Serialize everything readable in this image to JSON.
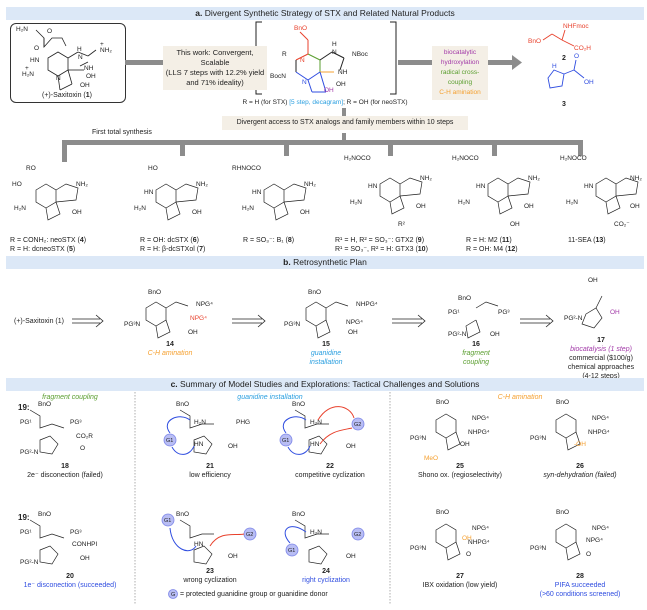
{
  "colors": {
    "header_bg": "#dce8f7",
    "callout_bg": "#f4efe6",
    "arrow_gray": "#8c8c8c",
    "red": "#e8412c",
    "blue": "#2f4de0",
    "green": "#5a9e2f",
    "orange": "#f5a030",
    "purple": "#a23aa8",
    "cyan": "#2a9fe0",
    "guanidine_circle": "#b8bdf4"
  },
  "section_a": {
    "letter": "a.",
    "title": "Divergent Synthetic Strategy of STX and Related Natural Products",
    "saxitoxin_label": "(+)-Saxitoxin (",
    "saxitoxin_num": "1",
    "callout_this_work": [
      "This work: Convergent, Scalable",
      "(LLS 7 steps with 12.2% yield",
      "and 71% ideality)"
    ],
    "strategies": [
      {
        "text": "biocatalytic hydroxylation",
        "color": "#a23aa8"
      },
      {
        "text": "radical cross-coupling",
        "color": "#5a9e2f"
      },
      {
        "text": "C-H amination",
        "color": "#f5a030"
      }
    ],
    "intermediate_caption_1": "R = H (for STX) ",
    "intermediate_caption_highlight": "[5 step, decagram]",
    "intermediate_caption_2": "; R = OH (for neoSTX)",
    "building_blocks": [
      {
        "num": "2",
        "label": "BnO / NHFmoc / CO2H"
      },
      {
        "num": "3",
        "label": "proline"
      }
    ],
    "divergent_callout": "Divergent access to STX analogs and family members within 10 steps",
    "first_total_synthesis": "First total synthesis",
    "analogs": [
      {
        "lines": [
          {
            "pre": "R = CONH₂: neoSTX (",
            "num": "4",
            "post": ")"
          },
          {
            "pre": "R = H: dcneoSTX (",
            "num": "5",
            "post": ")"
          }
        ]
      },
      {
        "lines": [
          {
            "pre": "R = OH: dcSTX (",
            "num": "6",
            "post": ")"
          },
          {
            "pre": "R = H: β-dcSTXol (",
            "num": "7",
            "post": ")"
          }
        ]
      },
      {
        "lines": [
          {
            "pre": "R = SO₃⁻: B₁ (",
            "num": "8",
            "post": ")"
          }
        ]
      },
      {
        "lines": [
          {
            "pre": "R¹ = H, R² = SO₃⁻: GTX2 (",
            "num": "9",
            "post": ")"
          },
          {
            "pre": "R¹ = SO₃⁻, R² = H: GTX3 (",
            "num": "10",
            "post": ")"
          }
        ]
      },
      {
        "lines": [
          {
            "pre": "R = H: M2 (",
            "num": "11",
            "post": ")"
          },
          {
            "pre": "R = OH: M4 (",
            "num": "12",
            "post": ")"
          }
        ]
      },
      {
        "lines": [
          {
            "pre": "11-SEA (",
            "num": "13",
            "post": ")"
          }
        ]
      }
    ]
  },
  "section_b": {
    "letter": "b.",
    "title": "Retrosynthetic Plan",
    "start": "(+)-Saxitoxin (1)",
    "compounds": [
      {
        "num": "14",
        "caption": [
          "C-H amination"
        ],
        "color": "#f5a030"
      },
      {
        "num": "15",
        "caption": [
          "guanidine",
          "installation"
        ],
        "color": "#2a9fe0"
      },
      {
        "num": "16",
        "caption": [
          "fragment",
          "coupling"
        ],
        "color": "#5a9e2f"
      },
      {
        "num": "17",
        "caption": [
          "biocatalysis (1 step)"
        ],
        "color": "#a23aa8",
        "notes": [
          "commercial ($100/g)",
          "chemical approaches",
          "(4-12 steps)"
        ]
      }
    ]
  },
  "section_c": {
    "letter": "c.",
    "title": "Summary of Model Studies and Explorations: Tactical Challenges and Solutions",
    "columns": [
      {
        "heading": "fragment coupling",
        "color": "#5a9e2f"
      },
      {
        "heading": "guanidine installation",
        "color": "#2a9fe0"
      },
      {
        "heading": "C-H amination",
        "color": "#f5a030"
      }
    ],
    "items": [
      {
        "num": "18",
        "prefix": "19:",
        "caption": "2e⁻ disconection (failed)",
        "color": "#222222"
      },
      {
        "num": "20",
        "prefix": "19:",
        "caption": "1e⁻ disconection (succeeded)",
        "color": "#2f4de0"
      },
      {
        "num": "21",
        "caption": "low efficiency",
        "color": "#222222"
      },
      {
        "num": "22",
        "caption": "competitive cyclization",
        "color": "#222222"
      },
      {
        "num": "23",
        "caption": "wrong cyclization",
        "color": "#222222"
      },
      {
        "num": "24",
        "caption": "right cyclization",
        "color": "#2f4de0"
      },
      {
        "num": "25",
        "caption": "Shono ox. (regioselectivity)",
        "color": "#222222"
      },
      {
        "num": "26",
        "caption": "syn-dehydration (failed)",
        "color": "#222222"
      },
      {
        "num": "27",
        "caption": "IBX oxidation (low yield)",
        "color": "#222222"
      },
      {
        "num": "28",
        "caption": "PIFA succeeded",
        "caption2": "(>60 conditions screened)",
        "color": "#2f4de0"
      }
    ],
    "legend_symbol": "G",
    "legend_text": "= protected guanidine group or guanidine donor",
    "labels": {
      "G1": "G1",
      "G2": "G2",
      "PHG": "PHG"
    }
  }
}
